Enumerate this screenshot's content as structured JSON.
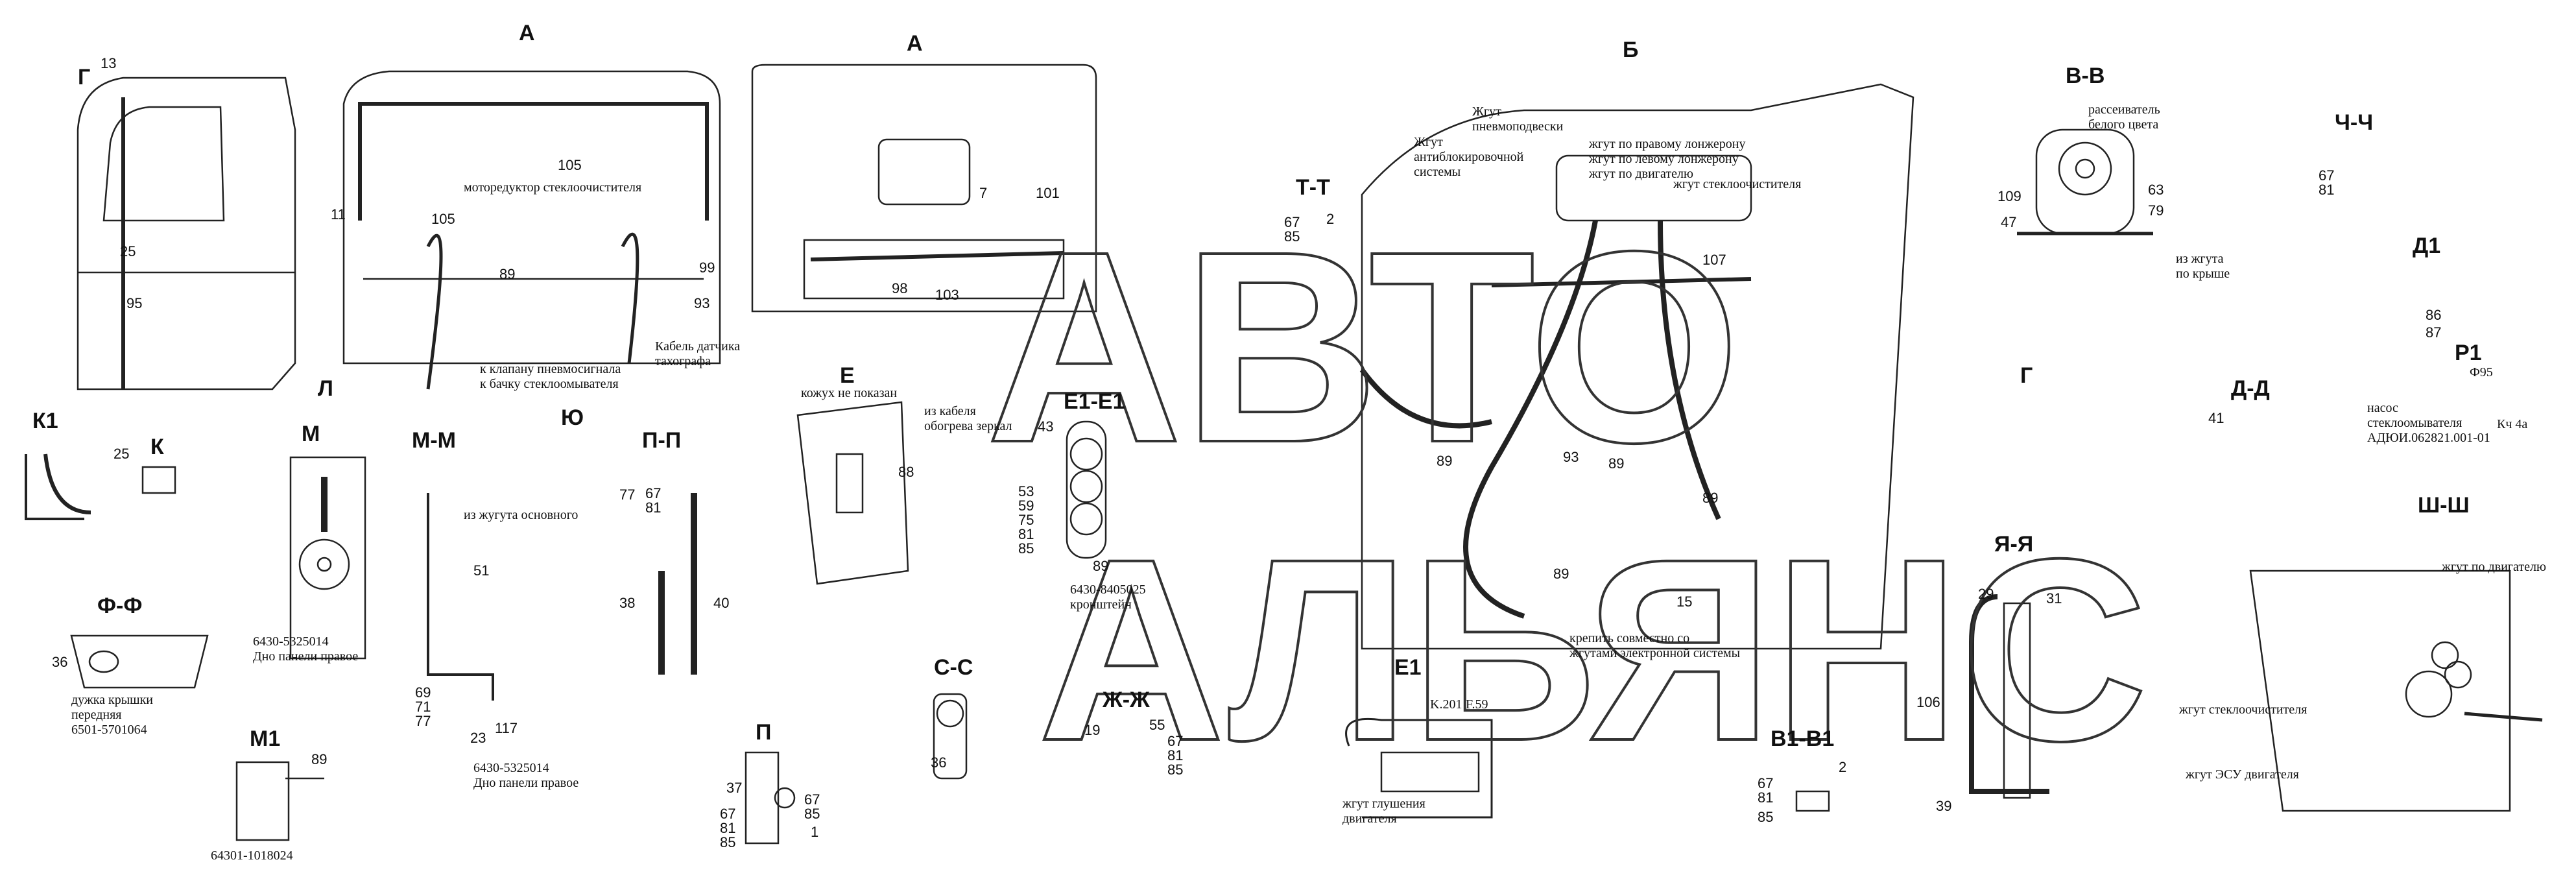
{
  "watermark": {
    "line1": "АВТО",
    "line2": "АЛЬЯНС"
  },
  "view_titles": {
    "A_top": "А",
    "A_view": "А",
    "B": "Б",
    "VV": "В-В",
    "ChCh": "Ч-Ч",
    "D1": "Д1",
    "DD": "Д-Д",
    "P1": "Р1",
    "ShSh": "Ш-Ш",
    "YaYa": "Я-Я",
    "G_left": "Г",
    "G_right": "Г",
    "TT": "Т-Т",
    "K1": "К1",
    "K": "К",
    "L": "Л",
    "MM": "М-М",
    "PP": "П-П",
    "YU": "Ю",
    "FF": "Ф-Ф",
    "M1": "М1",
    "CC": "С-С",
    "ZhZh": "Ж-Ж",
    "P_view": "П",
    "E1E1": "Е1-Е1",
    "E_view": "Е",
    "E1_view": "Е1",
    "B1B1": "В1-В1",
    "M_view": "М"
  },
  "callouts": {
    "gear_motor": "моторедуктор стеклоочистителя",
    "pneumo_valve": "к клапану пневмосигнала\nк бачку стеклоомывателя",
    "tacho": "Кабель датчика\nтахографа",
    "cover_not_shown": "кожух не показан",
    "mirror_heater": "из кабеля\nобогрева зеркал",
    "main_harness": "из жугута основного",
    "bracket": "6430-8405025\nкронштейн",
    "panel_right_1": "6430-5325014\nДно панели правое",
    "panel_right_2": "6430-5325014\nДно панели правое",
    "bow": "дужка крышки\nпередняя\n6501-5701064",
    "part_64301": "64301-1018024",
    "air_susp": "Жгут\nпневмоподвески",
    "abs": "Жгут\nантиблокировочной\nсистемы",
    "right_spar": "жгут по правому лонжерону\nжгут по левому лонжерону\nжгут по двигателю",
    "washer_h": "жгут стеклоочистителя",
    "joint_fix": "крепить совместно со\nжгутами электронной системы",
    "stop_harness": "жгут глушения\nдвигателя",
    "k201": "K.201",
    "f59": "F.59",
    "diffuser": "рассеиватель\nбелого цвета",
    "roof": "из жгута\nпо крыше",
    "pump": "насос\nстеклоомывателя\nАДЮИ.062821.001-01",
    "phi95": "Ф95",
    "kch4a": "Кч 4а",
    "engine_h": "жгут по двигателю",
    "washer_h2": "жгут стеклоочистителя",
    "esu_h": "жгут ЭСУ двигателя"
  },
  "numbers": {
    "n13": "13",
    "n105a": "105",
    "n105b": "105",
    "n11": "11",
    "n89a": "89",
    "n99": "99",
    "n93a": "93",
    "n7": "7",
    "n101": "101",
    "n98": "98",
    "n103": "103",
    "n25a": "25",
    "n95": "95",
    "n25b": "25",
    "n43": "43",
    "n53": "53",
    "n59": "59",
    "n75": "75",
    "n81a": "81",
    "n85a": "85",
    "n89b": "89",
    "n88": "88",
    "n77a": "77",
    "n81b": "81",
    "n67a": "67",
    "n51": "51",
    "n38": "38",
    "n40": "40",
    "n69": "69",
    "n71": "71",
    "n77b": "77",
    "n23": "23",
    "n117": "117",
    "n36a": "36",
    "n89c": "89",
    "n36b": "36",
    "n19": "19",
    "n55": "55",
    "n67b": "67",
    "n81c": "81",
    "n85b": "85",
    "n37": "37",
    "n67c": "67",
    "n81d": "81",
    "n85c": "85",
    "n67d": "67",
    "n85d": "85",
    "n1": "1",
    "n67e": "67",
    "n85e": "85",
    "n2a": "2",
    "n107": "107",
    "n89d": "89",
    "n93b": "93",
    "n89e": "89",
    "n89f": "89",
    "n89g": "89",
    "n15": "15",
    "n67f": "67",
    "n81e": "81",
    "n85f": "85",
    "n2b": "2",
    "n109": "109",
    "n47": "47",
    "n63": "63",
    "n79": "79",
    "n67g": "67",
    "n81f": "81",
    "n86": "86",
    "n87": "87",
    "n41": "41",
    "n29": "29",
    "n31": "31",
    "n106": "106",
    "n39": "39"
  }
}
